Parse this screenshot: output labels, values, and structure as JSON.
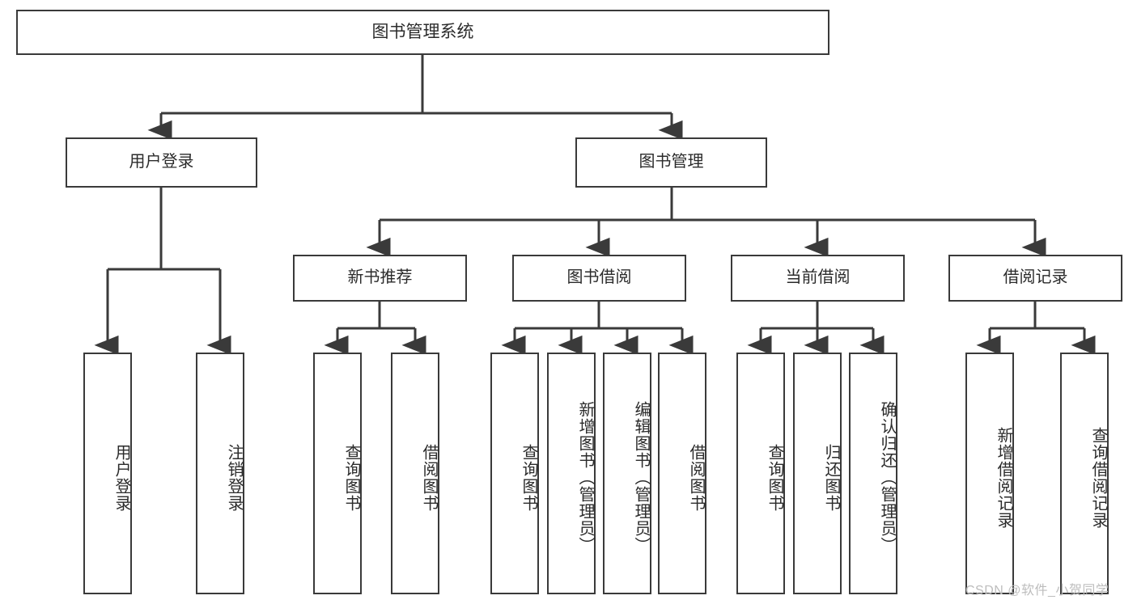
{
  "diagram": {
    "title": "图书管理系统",
    "type": "功能结构图",
    "line_color": "#3a3a3a",
    "box_fill": "#ffffff",
    "text_color": "#2b2b2b",
    "watermark_color": "#bdbdbd"
  },
  "watermark": {
    "text": "CSDN @软件_小贺同学"
  },
  "nodes": {
    "root": {
      "label": "图书管理系统"
    },
    "level1": [
      {
        "id": "user-login",
        "label": "用户登录"
      },
      {
        "id": "book-manage",
        "label": "图书管理"
      }
    ],
    "level2": [
      {
        "id": "new-book-recommend",
        "label": "新书推荐"
      },
      {
        "id": "book-borrow",
        "label": "图书借阅"
      },
      {
        "id": "current-borrow",
        "label": "当前借阅"
      },
      {
        "id": "borrow-record",
        "label": "借阅记录"
      }
    ],
    "leaves": {
      "user_login": [
        {
          "id": "leaf-user-login",
          "label": "用户登录"
        },
        {
          "id": "leaf-logout-login",
          "label": "注销登录"
        }
      ],
      "new_book_recommend": [
        {
          "id": "leaf-query-book-1",
          "label": "查询图书"
        },
        {
          "id": "leaf-borrow-book-1",
          "label": "借阅图书"
        }
      ],
      "book_borrow": [
        {
          "id": "leaf-query-book-2",
          "label": "查询图书"
        },
        {
          "id": "leaf-add-book",
          "label": "新增图书（管理员）"
        },
        {
          "id": "leaf-edit-book",
          "label": "编辑图书（管理员）"
        },
        {
          "id": "leaf-borrow-book-2",
          "label": "借阅图书"
        }
      ],
      "current_borrow": [
        {
          "id": "leaf-query-book-3",
          "label": "查询图书"
        },
        {
          "id": "leaf-return-book",
          "label": "归还图书"
        },
        {
          "id": "leaf-confirm-return",
          "label": "确认归还（管理员）"
        }
      ],
      "borrow_record": [
        {
          "id": "leaf-add-record",
          "label": "新增借阅记录"
        },
        {
          "id": "leaf-query-record",
          "label": "查询借阅记录"
        }
      ]
    }
  },
  "tree_structure": {
    "图书管理系统": {
      "用户登录": [
        "用户登录",
        "注销登录"
      ],
      "图书管理": {
        "新书推荐": [
          "查询图书",
          "借阅图书"
        ],
        "图书借阅": [
          "查询图书",
          "新增图书（管理员）",
          "编辑图书（管理员）",
          "借阅图书"
        ],
        "当前借阅": [
          "查询图书",
          "归还图书",
          "确认归还（管理员）"
        ],
        "借阅记录": [
          "新增借阅记录",
          "查询借阅记录"
        ]
      }
    }
  }
}
